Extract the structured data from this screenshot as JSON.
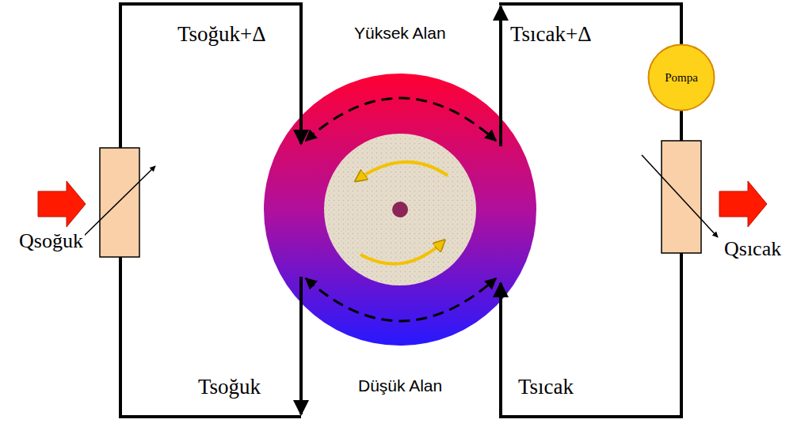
{
  "diagram": {
    "nodes": [
      {
        "text": [
          "Pompa"
        ]
      }
    ],
    "labels": [
      "Tsoğuk+Δ",
      "Yüksek Alan",
      "Tsıcak+Δ",
      "Qsoğuk",
      "Qsıcak",
      "Tsoğuk",
      "Düşük Alan",
      "Tsıcak"
    ]
  }
}
